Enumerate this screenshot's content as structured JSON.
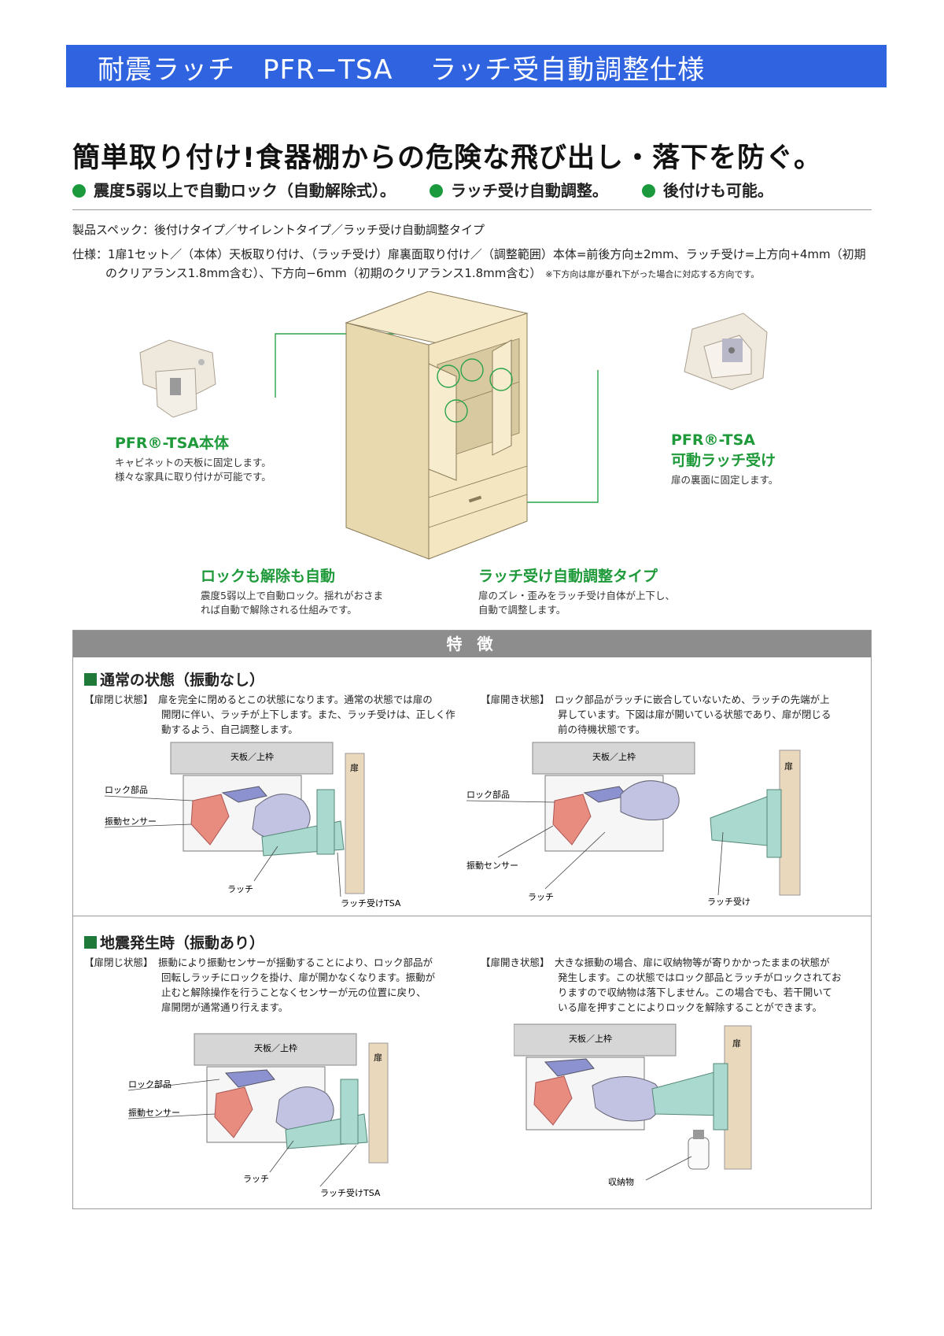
{
  "banner": {
    "title": "耐震ラッチ　PFR−TSA　 ラッチ受自動調整仕様",
    "color": "#2f63e0"
  },
  "headline": "簡単取り付け!食器棚からの危険な飛び出し・落下を防ぐ。",
  "bullets": [
    "震度5弱以上で自動ロック（自動解除式）。",
    "ラッチ受け自動調整。",
    "後付けも可能。"
  ],
  "spec": {
    "line1": "製品スペック：後付けタイプ／サイレントタイプ／ラッチ受け自動調整タイプ",
    "line2": "仕様：1扉1セット／（本体）天板取り付け、（ラッチ受け）扉裏面取り付け／（調整範囲）本体=前後方向±2mm、ラッチ受け=上方向+4mm（初期",
    "line3": "のクリアランス1.8mm含む）、下方向−6mm（初期のクリアランス1.8mm含む）",
    "note": "※下方向は扉が垂れ下がった場合に対応する方向です。"
  },
  "callouts": {
    "body": {
      "title": "PFR®-TSA本体",
      "desc1": "キャビネットの天板に固定します。",
      "desc2": "様々な家具に取り付けが可能です。"
    },
    "catch": {
      "title1": "PFR®-TSA",
      "title2": "可動ラッチ受け",
      "desc1": "扉の裏面に固定します。"
    },
    "auto": {
      "title": "ロックも解除も自動",
      "desc1": "震度5弱以上で自動ロック。揺れがおさま",
      "desc2": "れば自動で解除される仕組みです。"
    },
    "adjust": {
      "title": "ラッチ受け自動調整タイプ",
      "desc1": "扉のズレ・歪みをラッチ受け自体が上下し、",
      "desc2": "自動で調整します。"
    }
  },
  "features": {
    "header": "特 徴",
    "normal": {
      "title": "通常の状態（振動なし）",
      "closed": {
        "tag": "【扉閉じ状態】",
        "l1": "扉を完全に閉めるとこの状態になります。通常の状態では扉の",
        "l2": "開閉に伴い、ラッチが上下します。また、ラッチ受けは、正しく作",
        "l3": "動するよう、自己調整します。"
      },
      "open": {
        "tag": "【扉開き状態】",
        "l1": "ロック部品がラッチに嵌合していないため、ラッチの先端が上",
        "l2": "昇しています。下図は扉が開いている状態であり、扉が閉じる",
        "l3": "前の待機状態です。"
      }
    },
    "quake": {
      "title": "地震発生時（振動あり）",
      "closed": {
        "tag": "【扉閉じ状態】",
        "l1": "振動により振動センサーが揺動することにより、ロック部品が",
        "l2": "回転しラッチにロックを掛け、扉が開かなくなります。振動が",
        "l3": "止むと解除操作を行うことなくセンサーが元の位置に戻り、",
        "l4": "扉開閉が通常通り行えます。"
      },
      "open": {
        "tag": "【扉開き状態】",
        "l1": "大きな振動の場合、扉に収納物等が寄りかかったままの状態が",
        "l2": "発生します。この状態ではロック部品とラッチがロックされてお",
        "l3": "りますので収納物は落下しません。この場合でも、若干開いて",
        "l4": "いる扉を押すことによりロックを解除することができます。"
      }
    },
    "labels": {
      "top": "天板／上枠",
      "door": "扉",
      "lock": "ロック部品",
      "sensor": "振動センサー",
      "latch": "ラッチ",
      "catch_tsa": "ラッチ受けTSA",
      "catch": "ラッチ受け",
      "storage": "収納物"
    }
  },
  "colors": {
    "green": "#1f9a3a",
    "cabinet": "#f3e6c1",
    "lock_red": "#e88c80",
    "latch_purple": "#b9b9dc",
    "catch_teal": "#a9d9cf"
  }
}
